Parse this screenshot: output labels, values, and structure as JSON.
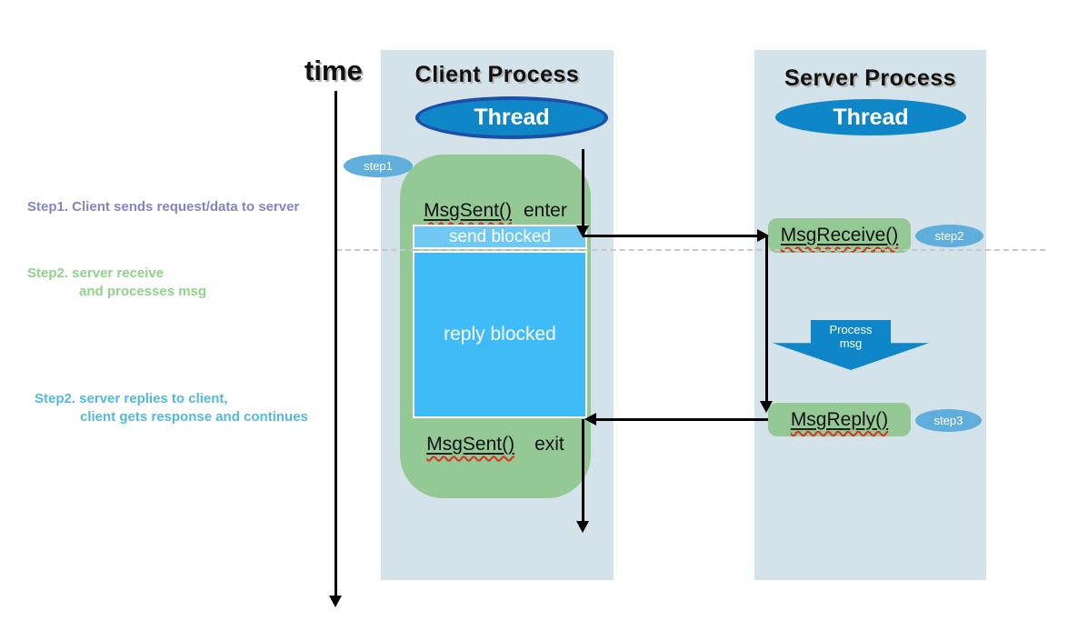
{
  "time_axis": {
    "label": "time"
  },
  "client": {
    "title": "Client Process",
    "thread_label": "Thread",
    "enter_fn": "MsgSent()",
    "enter_suffix": "enter",
    "send_blocked_label": "send blocked",
    "reply_blocked_label": "reply blocked",
    "exit_fn": "MsgSent()",
    "exit_suffix": "exit"
  },
  "server": {
    "title": "Server Process",
    "thread_label": "Thread",
    "receive_fn": "MsgReceive()",
    "process_line1": "Process",
    "process_line2": "msg",
    "reply_fn": "MsgReply()"
  },
  "badges": {
    "step1": "step1",
    "step2": "step2",
    "step3": "step3"
  },
  "annotations": {
    "step1_line1": "Step1. Client sends request/data to server",
    "step2_line1": "Step2. server receive",
    "step2_line2": "and processes msg",
    "step3_line1": "Step2. server replies to client,",
    "step3_line2": "client gets response and continues"
  },
  "colors": {
    "column_bg": "#D4E2E9",
    "green_box": "#94C894",
    "thread_fill": "#0F86C8",
    "thread_border": "#1C50A8",
    "reply_blocked": "#3FBCF8",
    "send_blocked": "#6FC9F3",
    "step_badge": "#5FAEDB",
    "process_arrow": "#0F86C8",
    "annotation_step1": "#8583C9",
    "annotation_step2": "#90D38A",
    "annotation_step3": "#52BADF"
  }
}
